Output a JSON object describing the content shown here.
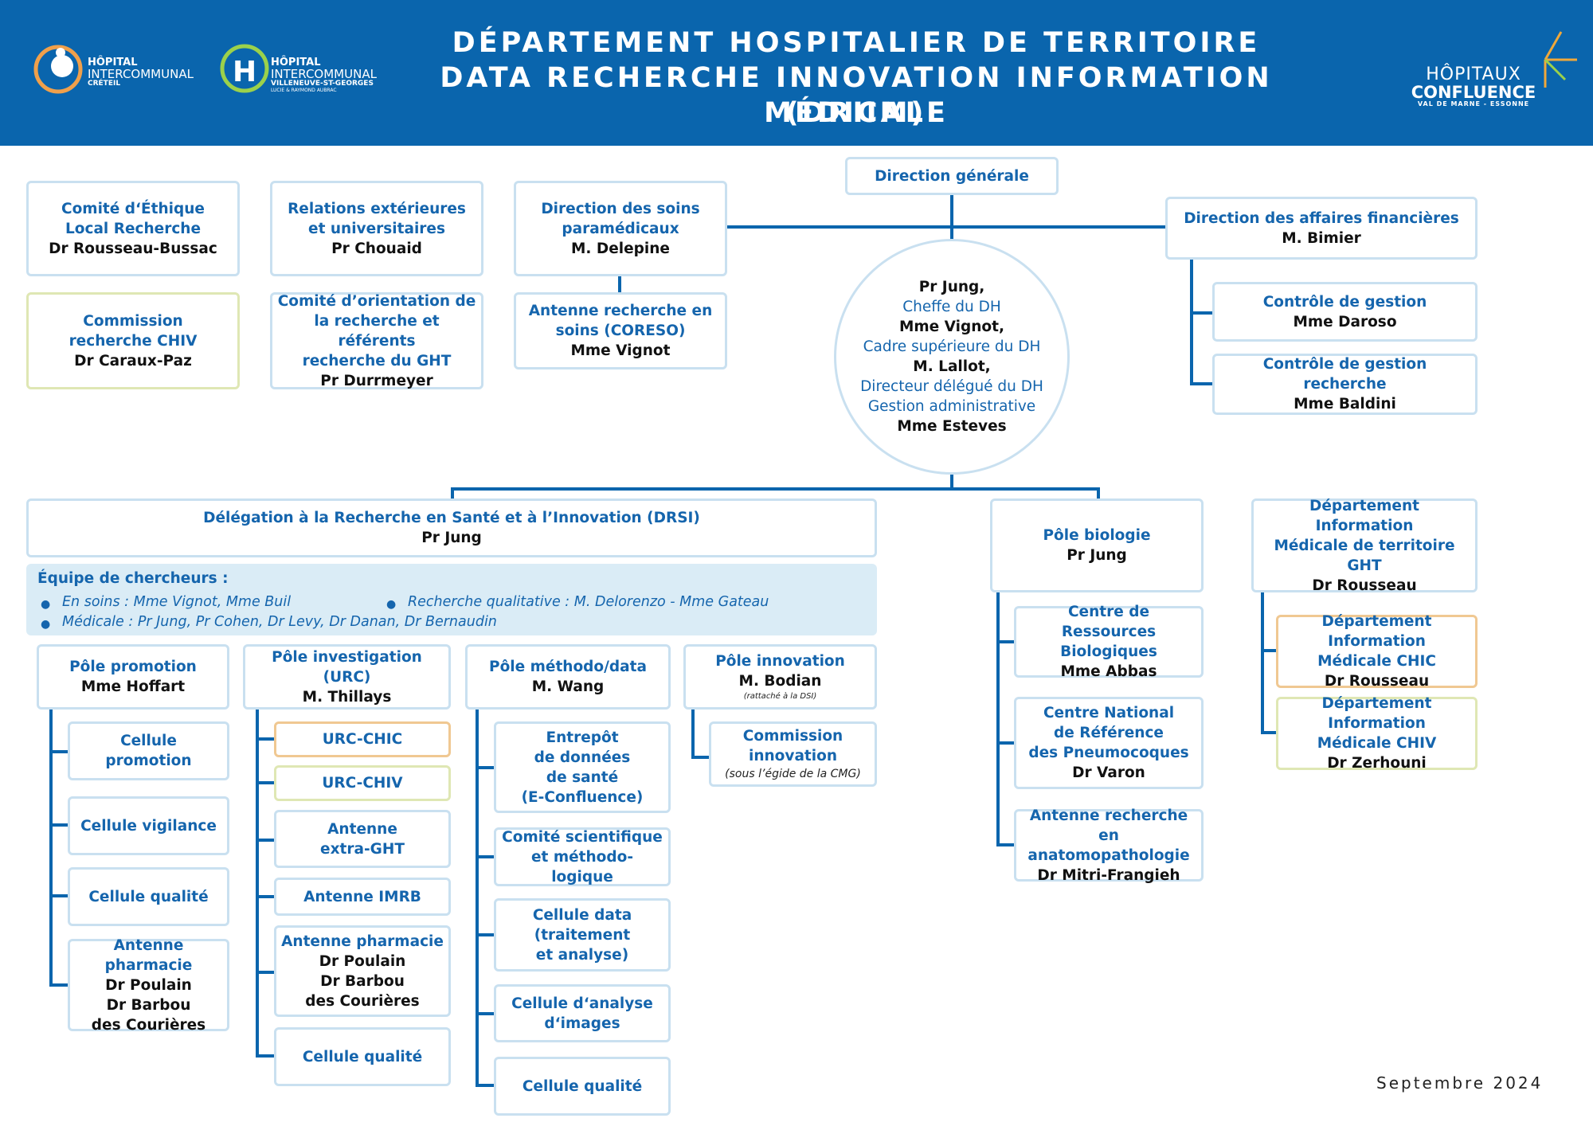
{
  "header": {
    "title_line1": "DÉPARTEMENT HOSPITALIER DE TERRITOIRE",
    "title_line2": "DATA RECHERCHE INNOVATION INFORMATION MÉDICALE",
    "title_line3": "(DRIIM)",
    "logo_creteil": {
      "line1": "HÔPITAL",
      "line2": "INTERCOMMUNAL",
      "line3": "CRÉTEIL"
    },
    "logo_villeneuve": {
      "line1": "HÔPITAL",
      "line2": "INTERCOMMUNAL",
      "line3": "VILLENEUVE-ST-GEORGES",
      "line4": "LUCIE & RAYMOND AUBRAC"
    },
    "logo_confluence": {
      "line1": "HÔPITAUX",
      "line2": "CONFLUENCE",
      "line3": "VAL DE MARNE - ESSONNE"
    }
  },
  "top": {
    "comite_ethique": {
      "title1": "Comité d‘Éthique",
      "title2": "Local Recherche",
      "person": "Dr Rousseau-Bussac"
    },
    "commission_chiv": {
      "title1": "Commission",
      "title2": "recherche CHIV",
      "person": "Dr Caraux-Paz"
    },
    "relations": {
      "title1": "Relations extérieures",
      "title2": "et universitaires",
      "person": "Pr Chouaid"
    },
    "comite_orientation": {
      "title1": "Comité d’orientation de",
      "title2": "la recherche et référents",
      "title3": "recherche du GHT",
      "person": "Pr Durrmeyer"
    },
    "direction_soins": {
      "title1": "Direction des soins",
      "title2": "paramédicaux",
      "person": "M. Delepine"
    },
    "antenne_soins": {
      "title1": "Antenne recherche en",
      "title2": "soins (CORESO)",
      "person": "Mme Vignot"
    },
    "direction_generale": "Direction générale",
    "center": {
      "p1": "Pr Jung,",
      "r1": "Cheffe du DH",
      "p2": "Mme Vignot,",
      "r2": "Cadre supérieure du DH",
      "p3": "M. Lallot,",
      "r3": "Directeur délégué du DH",
      "r4": "Gestion administrative",
      "p4": "Mme Esteves"
    },
    "daf": {
      "title": "Direction des affaires financières",
      "person": "M. Bimier"
    },
    "controle_gestion": {
      "title": "Contrôle de gestion",
      "person": "Mme Daroso"
    },
    "controle_recherche": {
      "title": "Contrôle de gestion recherche",
      "person": "Mme Baldini"
    }
  },
  "drsi": {
    "title": "Délégation à la Recherche en Santé et à l’Innovation (DRSI)",
    "person": "Pr Jung"
  },
  "team": {
    "heading": "Équipe de chercheurs :",
    "items": [
      "En soins : Mme Vignot, Mme Buil",
      "Recherche qualitative : M. Delorenzo - Mme Gateau",
      "Médicale : Pr Jung, Pr Cohen, Dr Levy, Dr Danan, Dr Bernaudin"
    ]
  },
  "promotion": {
    "title": "Pôle promotion",
    "person": "Mme Hoffart",
    "items": [
      "Cellule promotion",
      "Cellule vigilance",
      "Cellule qualité"
    ],
    "pharma": {
      "title": "Antenne pharmacie",
      "p1": "Dr Poulain",
      "p2": "Dr Barbou",
      "p3": "des Courières"
    }
  },
  "investigation": {
    "title": "Pôle investigation (URC)",
    "person": "M. Thillays",
    "urc_chic": "URC-CHIC",
    "urc_chiv": "URC-CHIV",
    "extra": {
      "l1": "Antenne",
      "l2": "extra-GHT"
    },
    "imrb": "Antenne IMRB",
    "pharma": {
      "title": "Antenne pharmacie",
      "p1": "Dr Poulain",
      "p2": "Dr Barbou",
      "p3": "des Courières"
    },
    "qualite": "Cellule qualité"
  },
  "methodo": {
    "title": "Pôle méthodo/data",
    "person": "M. Wang",
    "entrepot": {
      "l1": "Entrepôt",
      "l2": "de données",
      "l3": "de santé",
      "l4": "(E-Confluence)"
    },
    "comite": {
      "l1": "Comité scientifique",
      "l2": "et méthodo-logique"
    },
    "data": {
      "l1": "Cellule data",
      "l2": "(traitement",
      "l3": "et analyse)"
    },
    "images": {
      "l1": "Cellule d‘analyse",
      "l2": "d‘images"
    },
    "qualite": "Cellule qualité"
  },
  "innovation": {
    "title": "Pôle innovation",
    "person": "M. Bodian",
    "note": "(rattaché à la DSI)",
    "commission": {
      "l1": "Commission",
      "l2": "innovation",
      "note": "(sous l’égide de la CMG)"
    }
  },
  "biologie": {
    "title": "Pôle biologie",
    "person": "Pr Jung",
    "crb": {
      "l1": "Centre de Ressources",
      "l2": "Biologiques",
      "person": "Mme Abbas"
    },
    "cnr": {
      "l1": "Centre National",
      "l2": "de Référence",
      "l3": "des Pneumocoques",
      "person": "Dr Varon"
    },
    "anapath": {
      "l1": "Antenne recherche",
      "l2": "en anatomopathologie",
      "person": "Dr Mitri-Frangieh"
    }
  },
  "dim": {
    "title1": "Département Information",
    "title2": "Médicale de territoire GHT",
    "person": "Dr Rousseau",
    "chic": {
      "l1": "Département Information",
      "l2": "Médicale CHIC",
      "person": "Dr Rousseau"
    },
    "chiv": {
      "l1": "Département Information",
      "l2": "Médicale CHIV",
      "person": "Dr Zerhouni"
    }
  },
  "date": "Septembre 2024"
}
